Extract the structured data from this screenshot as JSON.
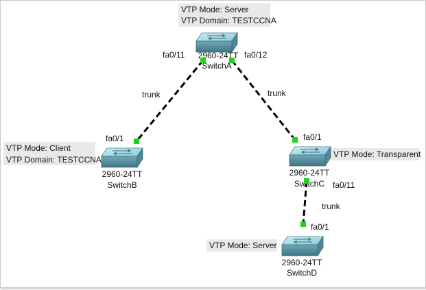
{
  "switches": {
    "a": {
      "model": "2960-24TT",
      "name": "SwitchA",
      "note_lines": [
        "VTP Mode: Server",
        "VTP Domain: TESTCCNA"
      ]
    },
    "b": {
      "model": "2960-24TT",
      "name": "SwitchB",
      "note_lines": [
        "VTP Mode: Client",
        "VTP Domain: TESTCCNA"
      ]
    },
    "c": {
      "model": "2960-24TT",
      "name": "SwitchC",
      "note_lines": [
        "VTP Mode: Transparent"
      ]
    },
    "d": {
      "model": "2960-24TT",
      "name": "SwitchD",
      "note_lines": [
        "VTP Mode: Server"
      ]
    }
  },
  "links": [
    {
      "from": "SwitchA",
      "to": "SwitchB",
      "label": "trunk",
      "from_port": "fa0/11",
      "to_port": "fa0/1"
    },
    {
      "from": "SwitchA",
      "to": "SwitchC",
      "label": "trunk",
      "from_port": "fa0/12",
      "to_port": "fa0/1"
    },
    {
      "from": "SwitchC",
      "to": "SwitchD",
      "label": "trunk",
      "from_port": "fa0/11",
      "to_port": "fa0/1"
    }
  ],
  "colors": {
    "port_dot": "#1fd21f",
    "note_background": "#e9e9e9",
    "switch_top": "#a8dde6",
    "switch_front": "#5b95a6"
  }
}
